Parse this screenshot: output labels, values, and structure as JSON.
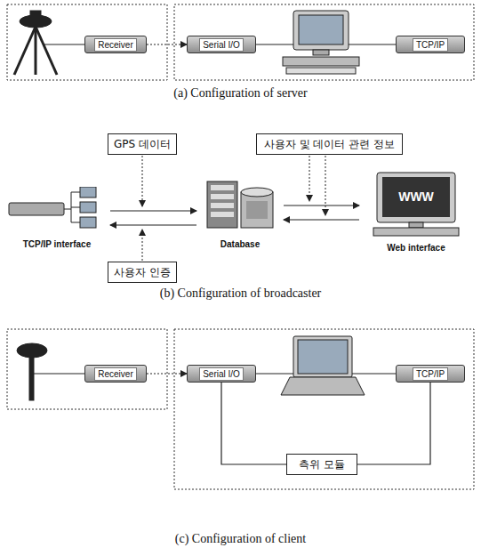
{
  "diagram": {
    "nodes": [
      {
        "text": [
          "Receiver"
        ]
      },
      {
        "text": [
          "Serial I/O"
        ]
      },
      {
        "text": [
          "TCP/IP"
        ]
      },
      {
        "text": [
          "GPS 데이터"
        ]
      },
      {
        "text": [
          "사용자 및 데이터 관련 정보"
        ]
      },
      {
        "text": [
          "TCP/IP interface"
        ]
      },
      {
        "text": [
          "Database"
        ]
      },
      {
        "text": [
          "Web interface"
        ]
      },
      {
        "text": [
          "사용자 인증"
        ]
      },
      {
        "text": [
          "Receiver"
        ]
      },
      {
        "text": [
          "Serial I/O"
        ]
      },
      {
        "text": [
          "TCP/IP"
        ]
      },
      {
        "text": [
          "측위 모듈"
        ]
      }
    ],
    "edges": [
      {
        "from": 0,
        "to": 1,
        "arrow": "to"
      },
      {
        "from": 5,
        "to": 6,
        "arrow": "to"
      },
      {
        "from": 6,
        "to": 5,
        "arrow": "to"
      },
      {
        "from": 6,
        "to": 7,
        "arrow": "to"
      },
      {
        "from": 7,
        "to": 6,
        "arrow": "to"
      },
      {
        "from": 9,
        "to": 10,
        "arrow": "to"
      },
      {
        "from": 10,
        "to": 12,
        "arrow": "none"
      },
      {
        "from": 11,
        "to": 12,
        "arrow": "none"
      }
    ],
    "labels": [
      "WWW",
      "(a) Configuration of server",
      "(b) Configuration of broadcaster",
      "(c) Configuration of client"
    ]
  }
}
